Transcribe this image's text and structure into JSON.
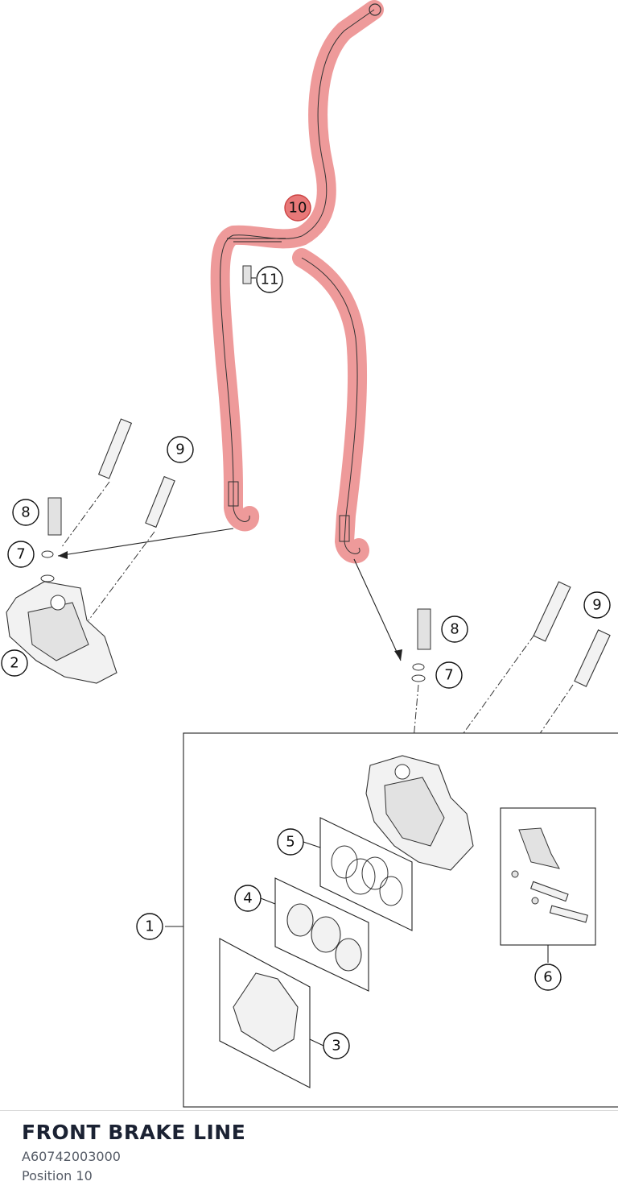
{
  "footer": {
    "title": "FRONT BRAKE LINE",
    "part_number": "A60742003000",
    "position": "Position 10"
  },
  "callouts": {
    "c10": "10",
    "c11": "11",
    "c9_left": "9",
    "c8_left": "8",
    "c7_left": "7",
    "c2": "2",
    "c9_right": "9",
    "c8_right": "8",
    "c7_right": "7",
    "c5": "5",
    "c4": "4",
    "c1": "1",
    "c3": "3",
    "c6": "6"
  },
  "colors": {
    "highlight": "#e87878",
    "line": "#222222",
    "title": "#1b2233"
  }
}
